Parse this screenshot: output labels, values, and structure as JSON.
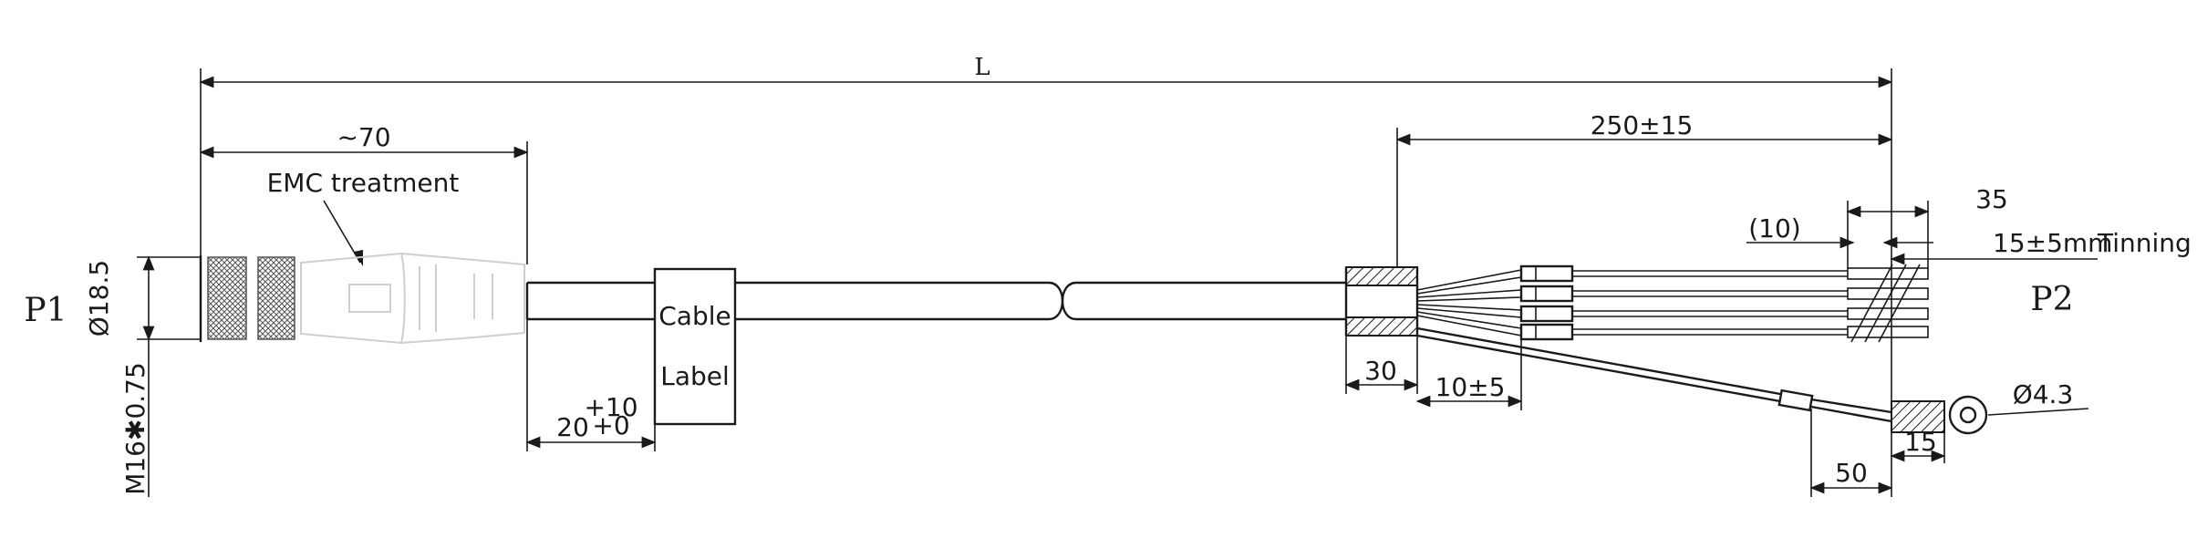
{
  "connector_labels": {
    "p1": "P1",
    "p2": "P2"
  },
  "dimensions": {
    "overall_length": "L",
    "connector_length": "~70",
    "diameter": "Ø18.5",
    "thread": "M16✱0.75",
    "label_offset_base": "20",
    "label_offset_tol_upper": "+10",
    "label_offset_tol_lower": "+0",
    "breakout_length": "250±15",
    "sleeve_length": "30",
    "sleeve_gap": "10±5",
    "strip_length": "35",
    "strip_ref": "(10)",
    "tinning_length": "15±5mm",
    "ring_diameter": "Ø4.3",
    "ring_length": "15",
    "ground_offset": "50"
  },
  "annotations": {
    "emc": "EMC treatment",
    "tinning": "Tinning",
    "cable_label_line1": "Cable",
    "cable_label_line2": "Label"
  },
  "colors": {
    "line": "#1a1a1a",
    "connector_body": "#cfcfcf",
    "background": "#ffffff"
  }
}
